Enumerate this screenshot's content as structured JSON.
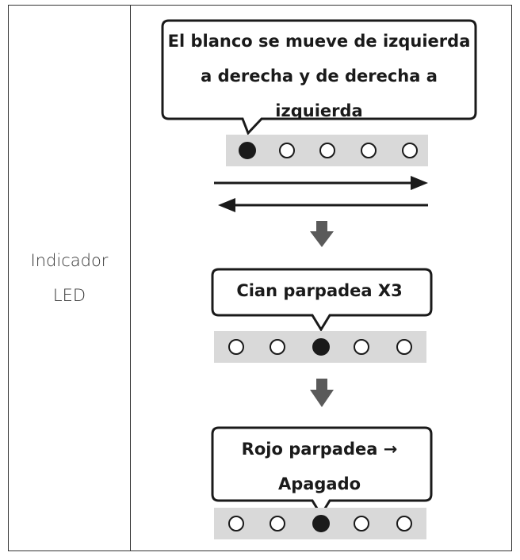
{
  "table": {
    "row_label_line1": "Indicador",
    "row_label_line2": "LED"
  },
  "steps": [
    {
      "bubble_lines": [
        "El blanco se mueve de izquierda",
        "a derecha y de derecha a",
        "izquierda"
      ],
      "leds": [
        1,
        0,
        0,
        0,
        0
      ],
      "arrows": [
        "left-to-right",
        "right-to-left"
      ]
    },
    {
      "bubble_lines": [
        "Cian parpadea X3"
      ],
      "leds": [
        0,
        0,
        1,
        0,
        0
      ]
    },
    {
      "bubble_lines": [
        "Rojo parpadea →",
        "Apagado"
      ],
      "leds": [
        0,
        0,
        1,
        0,
        0
      ]
    }
  ],
  "icons": {
    "down_arrow": "down-arrow-icon",
    "led_on": "filled-circle",
    "led_off": "hollow-circle"
  },
  "colors": {
    "led_strip": "#d9d9d9",
    "down_arrow": "#5a5a5a",
    "border": "#1a1a1a"
  }
}
